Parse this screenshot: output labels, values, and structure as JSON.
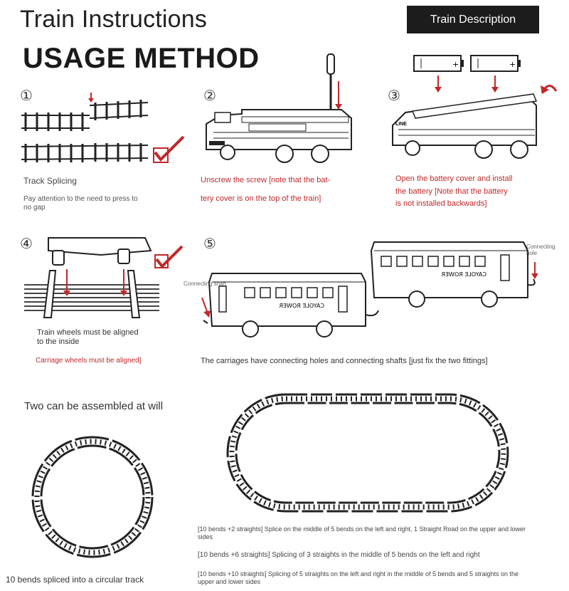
{
  "header": {
    "title": "Train Instructions",
    "subtitle": "USAGE METHOD",
    "description_button": "Train Description"
  },
  "steps": [
    {
      "number": "①",
      "title": "Track Splicing",
      "note": "Pay attention to the need to press to no gap"
    },
    {
      "number": "②",
      "line1": "Unscrew the screw [note that the bat-",
      "line2": "tery cover is on the top of the train]"
    },
    {
      "number": "③",
      "line1": "Open the battery cover and install",
      "line2": "the battery [Note that the battery",
      "line3": "is not installed backwards]"
    },
    {
      "number": "④",
      "line1": "Train wheels must be aligned",
      "line2": "to the inside",
      "red": "Carriage wheels must be aligned]"
    },
    {
      "number": "⑤",
      "caption": "The carriages have connecting holes and connecting shafts [just fix the two fittings]",
      "label_hole": "Connecting hole",
      "label_left": "Connecting shaft",
      "carriage_text": "CAYOLE ROWER"
    }
  ],
  "assembly": {
    "heading": "Two can be assembled at will",
    "circle_caption": "10 bends spliced into a circular track",
    "options": [
      "[10 bends +2 straights] Splice on the middle of 5 bends on the left and right, 1 Straight Road on the upper and lower sides",
      "[10 bends +6 straights]  Splicing of 3 straights in the middle of 5 bends on the left and right",
      "[10 bends +10 straights] Splicing of 5 straights on the left and right in the middle of 5 bends and 5 straights on the upper and lower sides"
    ]
  },
  "colors": {
    "accent_red": "#c0282a",
    "dark": "#1c1c1c"
  }
}
